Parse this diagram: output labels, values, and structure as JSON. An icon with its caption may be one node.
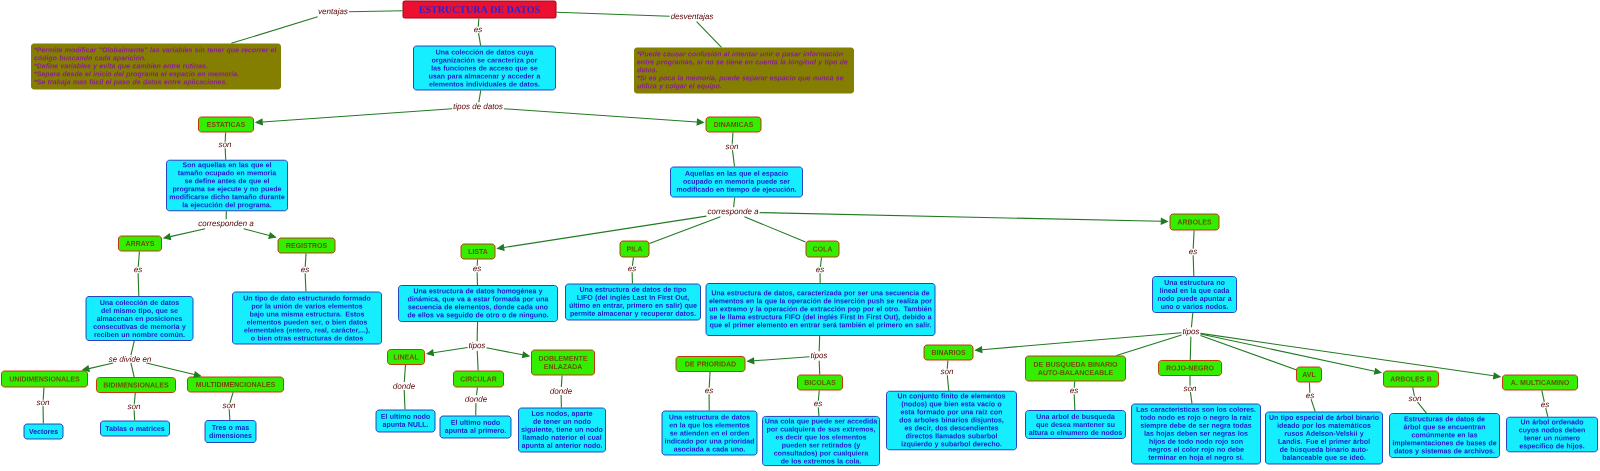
{
  "diagram": {
    "nodes": [
      {
        "text": [
          "ESTRUCTURA DE DATOS"
        ]
      },
      {
        "text": [
          "ventajas"
        ]
      },
      {
        "text": [
          "desventajas"
        ]
      },
      {
        "text": [
          "es"
        ]
      },
      {
        "text": [
          "*Permite modificar \"Globalmente\" las variables sin tener que recorrer el código buscando cada aparición.",
          "*Define variables y evita que cambien entre rutinas.",
          "*Separa desde el inicio del programa el espacio en memoria.",
          "*Se trabaja mas fácil el paso de datos entre aplicaciones."
        ]
      },
      {
        "text": [
          "Una colección de datos cuya organización se caracteriza por las funciones de acceso que se usan para almacenar y acceder a elementos individuales de datos."
        ]
      },
      {
        "text": [
          "*Puede causar confusión al intentar unir o pasar información entre programas, si no se tiene en cuenta la longitud y tipo de datos.",
          "*Si es poca la memoria, puede separar espacio que nunca se utiliza y colgar el equipo."
        ]
      },
      {
        "text": [
          "tipos de datos"
        ]
      },
      {
        "text": [
          "ESTATICAS"
        ]
      },
      {
        "text": [
          "DINAMICAS"
        ]
      },
      {
        "text": [
          "son"
        ]
      },
      {
        "text": [
          "son"
        ]
      },
      {
        "text": [
          "Son aquellas en las que el tamaño ocupado en memoria se define antes de que el programa se ejecute y no puede modificarse dicho tamaño durante la ejecución del programa."
        ]
      },
      {
        "text": [
          "Aquellas en las que el espacio ocupado en memoria puede ser modificado en tiempo de ejecución."
        ]
      },
      {
        "text": [
          "corresponden a"
        ]
      },
      {
        "text": [
          "corresponde a"
        ]
      },
      {
        "text": [
          "ARBOLES"
        ]
      },
      {
        "text": [
          "ARRAYS"
        ]
      },
      {
        "text": [
          "REGISTROS"
        ]
      },
      {
        "text": [
          "LISTA"
        ]
      },
      {
        "text": [
          "PILA"
        ]
      },
      {
        "text": [
          "COLA"
        ]
      },
      {
        "text": [
          "es"
        ]
      },
      {
        "text": [
          "es"
        ]
      },
      {
        "text": [
          "es"
        ]
      },
      {
        "text": [
          "es"
        ]
      },
      {
        "text": [
          "es"
        ]
      },
      {
        "text": [
          "es"
        ]
      },
      {
        "text": [
          "Una estructura no lineal en la que cada nodo puede apuntar a uno o varios nodos."
        ]
      },
      {
        "text": [
          "Una colección de datos del mismo tipo, que se almacenan en posiciones consecutivas de memoria y reciben un nombre común."
        ]
      },
      {
        "text": [
          "Un tipo de dato estructurado formado por la unión de varios elementos bajo una misma estructura. Estos elementos pueden ser, o bien datos elementales (entero, real, carácter,...), o bien otras estructuras de datos"
        ]
      },
      {
        "text": [
          "Una estructura de datos homogénea y dinámica, que va a estar formada por una secuencia de elementos, donde cada uno de ellos va seguido de otro o de ninguno."
        ]
      },
      {
        "text": [
          "Una estructura de datos de tipo LIFO (del inglés Last In First Out, último en entrar, primero en salir) que permite almacenar y recuperar datos."
        ]
      },
      {
        "text": [
          "Una estructura de datos, caracterizada por ser una secuencia de elementos en la que la operación de inserción push se realiza por un extremo y la operación de extracción pop por el otro. También se le llama estructura FIFO (del inglés First In First Out), debido a que el primer elemento en entrar será también el primero en salir."
        ]
      },
      {
        "text": [
          "tipos"
        ]
      },
      {
        "text": [
          "se divide en"
        ]
      },
      {
        "text": [
          "UNIDIMENSIONALES"
        ]
      },
      {
        "text": [
          "BIDIMENSIONALES"
        ]
      },
      {
        "text": [
          "MULTIDIMENCIONALES"
        ]
      },
      {
        "text": [
          "LINEAL"
        ]
      },
      {
        "text": [
          "tipos"
        ]
      },
      {
        "text": [
          "CIRCULAR"
        ]
      },
      {
        "text": [
          "DOBLEMENTE ENLAZADA"
        ]
      },
      {
        "text": [
          "DE PRIORIDAD"
        ]
      },
      {
        "text": [
          "tipos"
        ]
      },
      {
        "text": [
          "BICOLAS"
        ]
      },
      {
        "text": [
          "BINARIOS"
        ]
      },
      {
        "text": [
          "DE BUSQUEDA BINARIO AUTO-BALANCEABLE"
        ]
      },
      {
        "text": [
          "ROJO-NEGRO"
        ]
      },
      {
        "text": [
          "AVL"
        ]
      },
      {
        "text": [
          "ARBOLES B"
        ]
      },
      {
        "text": [
          "A. MULTICAMINO"
        ]
      },
      {
        "text": [
          "son"
        ]
      },
      {
        "text": [
          "son"
        ]
      },
      {
        "text": [
          "son"
        ]
      },
      {
        "text": [
          "donde"
        ]
      },
      {
        "text": [
          "donde"
        ]
      },
      {
        "text": [
          "donde"
        ]
      },
      {
        "text": [
          "es"
        ]
      },
      {
        "text": [
          "es"
        ]
      },
      {
        "text": [
          "son"
        ]
      },
      {
        "text": [
          "es"
        ]
      },
      {
        "text": [
          "son"
        ]
      },
      {
        "text": [
          "es"
        ]
      },
      {
        "text": [
          "son"
        ]
      },
      {
        "text": [
          "es"
        ]
      },
      {
        "text": [
          "Vectores"
        ]
      },
      {
        "text": [
          "Tablas o matrices"
        ]
      },
      {
        "text": [
          "Tres o mas dimensiones"
        ]
      },
      {
        "text": [
          "El ultimo nodo apunta NULL."
        ]
      },
      {
        "text": [
          "El ultimo nodo apunta al primero."
        ]
      },
      {
        "text": [
          "Los nodos, aparte de tener un nodo siguiente, tiene un nodo llamado naterior el cual apunta al anterior nodo."
        ]
      },
      {
        "text": [
          "Una estructura de datos en la que los elementos se atienden en el orden indicado por una prioridad asociada a cada uno."
        ]
      },
      {
        "text": [
          "Una cola que puede ser accedida por cualquiera de sus extremos, es decir que los elementos pueden ser retirados (y consultados) por cualquiera de los extremos la cola."
        ]
      },
      {
        "text": [
          "Un conjunto finito de elementos (nodos) que bien esta vacío o esta formado por una raíz con dos arboles binarios disjuntos, es decir, dos descendientes directos llamados subarbol izquierdo y subarbol derecho."
        ]
      },
      {
        "text": [
          "Una arbol de busqueda que desea mantener su altura o elnumero de nodos"
        ]
      },
      {
        "text": [
          "Las caracteristicas son los colores. todo nodo es rojo o negro la raiz siempre debe de ser negra todas las hojas deben ser negras los hijos de todo nodo rojo son negros el color rojo no debe terminar en hoja el negro si."
        ]
      },
      {
        "text": [
          "Un tipo especial de árbol binario ideado por los matemáticos rusos Adelson-Velskii y Landis. Fue el primer árbol de búsqueda binario auto-balanceable que se ideó."
        ]
      },
      {
        "text": [
          "Estructuras de datos de árbol que se encuentran comúnmente en las implementaciones de bases de datos y sistemas de archivos."
        ]
      },
      {
        "text": [
          "Un árbol ordenado cuyos nodos deben tener un número específico de hijos."
        ]
      }
    ],
    "edges": [
      {
        "from": 0,
        "to": 1,
        "arrow": "none"
      },
      {
        "from": 1,
        "to": 4,
        "arrow": "none"
      },
      {
        "from": 0,
        "to": 2,
        "arrow": "none"
      },
      {
        "from": 2,
        "to": 6,
        "arrow": "none"
      },
      {
        "from": 0,
        "to": 3,
        "arrow": "none"
      },
      {
        "from": 3,
        "to": 5,
        "arrow": "none"
      },
      {
        "from": 5,
        "to": 7,
        "arrow": "none"
      },
      {
        "from": 7,
        "to": 8,
        "arrow": "to"
      },
      {
        "from": 7,
        "to": 9,
        "arrow": "to"
      },
      {
        "from": 8,
        "to": 10,
        "arrow": "none"
      },
      {
        "from": 10,
        "to": 12,
        "arrow": "none"
      },
      {
        "from": 9,
        "to": 11,
        "arrow": "none"
      },
      {
        "from": 11,
        "to": 13,
        "arrow": "none"
      },
      {
        "from": 12,
        "to": 14,
        "arrow": "none"
      },
      {
        "from": 14,
        "to": 17,
        "arrow": "to"
      },
      {
        "from": 14,
        "to": 18,
        "arrow": "to"
      },
      {
        "from": 13,
        "to": 15,
        "arrow": "none"
      },
      {
        "from": 15,
        "to": 19,
        "arrow": "to"
      },
      {
        "from": 15,
        "to": 20,
        "arrow": "none"
      },
      {
        "from": 15,
        "to": 21,
        "arrow": "none"
      },
      {
        "from": 15,
        "to": 16,
        "arrow": "to"
      },
      {
        "from": 17,
        "to": 23,
        "arrow": "none"
      },
      {
        "from": 23,
        "to": 29,
        "arrow": "none"
      },
      {
        "from": 18,
        "to": 24,
        "arrow": "none"
      },
      {
        "from": 24,
        "to": 30,
        "arrow": "none"
      },
      {
        "from": 19,
        "to": 25,
        "arrow": "none"
      },
      {
        "from": 25,
        "to": 31,
        "arrow": "none"
      },
      {
        "from": 20,
        "to": 26,
        "arrow": "none"
      },
      {
        "from": 26,
        "to": 32,
        "arrow": "none"
      },
      {
        "from": 21,
        "to": 27,
        "arrow": "none"
      },
      {
        "from": 27,
        "to": 33,
        "arrow": "none"
      },
      {
        "from": 16,
        "to": 22,
        "arrow": "none"
      },
      {
        "from": 22,
        "to": 28,
        "arrow": "none"
      },
      {
        "from": 29,
        "to": 35,
        "arrow": "none"
      },
      {
        "from": 35,
        "to": 36,
        "arrow": "to"
      },
      {
        "from": 35,
        "to": 37,
        "arrow": "none"
      },
      {
        "from": 35,
        "to": 38,
        "arrow": "to"
      },
      {
        "from": 31,
        "to": 40,
        "arrow": "none"
      },
      {
        "from": 40,
        "to": 39,
        "arrow": "to"
      },
      {
        "from": 40,
        "to": 41,
        "arrow": "none"
      },
      {
        "from": 40,
        "to": 42,
        "arrow": "to"
      },
      {
        "from": 33,
        "to": 44,
        "arrow": "none"
      },
      {
        "from": 44,
        "to": 43,
        "arrow": "to"
      },
      {
        "from": 44,
        "to": 45,
        "arrow": "none"
      },
      {
        "from": 28,
        "to": 34,
        "arrow": "none"
      },
      {
        "from": 34,
        "to": 46,
        "arrow": "to"
      },
      {
        "from": 34,
        "to": 47,
        "arrow": "none"
      },
      {
        "from": 34,
        "to": 48,
        "arrow": "none"
      },
      {
        "from": 34,
        "to": 49,
        "arrow": "none"
      },
      {
        "from": 34,
        "to": 50,
        "arrow": "to"
      },
      {
        "from": 34,
        "to": 51,
        "arrow": "to"
      },
      {
        "from": 36,
        "to": 52,
        "arrow": "none"
      },
      {
        "from": 52,
        "to": 66,
        "arrow": "none"
      },
      {
        "from": 37,
        "to": 53,
        "arrow": "none"
      },
      {
        "from": 53,
        "to": 67,
        "arrow": "none"
      },
      {
        "from": 38,
        "to": 54,
        "arrow": "none"
      },
      {
        "from": 54,
        "to": 68,
        "arrow": "none"
      },
      {
        "from": 39,
        "to": 55,
        "arrow": "none"
      },
      {
        "from": 55,
        "to": 69,
        "arrow": "none"
      },
      {
        "from": 41,
        "to": 56,
        "arrow": "none"
      },
      {
        "from": 56,
        "to": 70,
        "arrow": "none"
      },
      {
        "from": 42,
        "to": 57,
        "arrow": "none"
      },
      {
        "from": 57,
        "to": 71,
        "arrow": "none"
      },
      {
        "from": 43,
        "to": 58,
        "arrow": "none"
      },
      {
        "from": 58,
        "to": 72,
        "arrow": "none"
      },
      {
        "from": 45,
        "to": 59,
        "arrow": "none"
      },
      {
        "from": 59,
        "to": 73,
        "arrow": "none"
      },
      {
        "from": 46,
        "to": 60,
        "arrow": "none"
      },
      {
        "from": 60,
        "to": 74,
        "arrow": "none"
      },
      {
        "from": 47,
        "to": 61,
        "arrow": "none"
      },
      {
        "from": 61,
        "to": 75,
        "arrow": "none"
      },
      {
        "from": 48,
        "to": 62,
        "arrow": "none"
      },
      {
        "from": 62,
        "to": 76,
        "arrow": "none"
      },
      {
        "from": 49,
        "to": 63,
        "arrow": "none"
      },
      {
        "from": 63,
        "to": 77,
        "arrow": "none"
      },
      {
        "from": 50,
        "to": 64,
        "arrow": "none"
      },
      {
        "from": 64,
        "to": 78,
        "arrow": "none"
      },
      {
        "from": 51,
        "to": 65,
        "arrow": "none"
      },
      {
        "from": 65,
        "to": 79,
        "arrow": "none"
      }
    ]
  }
}
